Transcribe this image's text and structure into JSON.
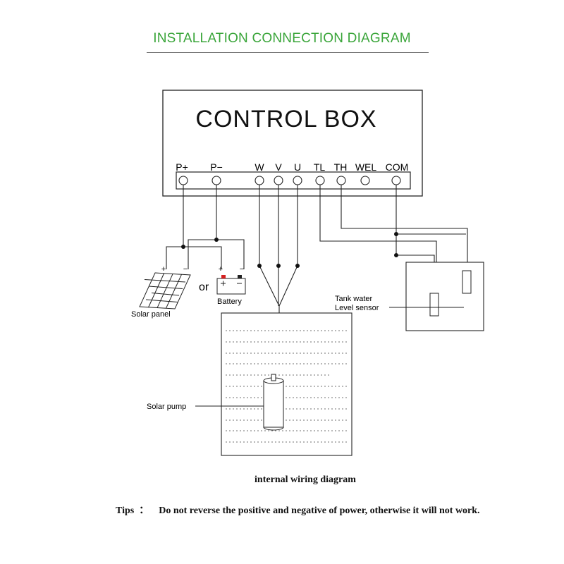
{
  "title": "INSTALLATION CONNECTION DIAGRAM",
  "control_box": {
    "label": "CONTROL BOX",
    "terminals": [
      "P+",
      "P−",
      "W",
      "V",
      "U",
      "TL",
      "TH",
      "WEL",
      "COM"
    ]
  },
  "labels": {
    "solar_panel": "Solar panel",
    "or": "or",
    "battery": "Battery",
    "tank_sensor_line1": "Tank water",
    "tank_sensor_line2": "Level sensor",
    "solar_pump": "Solar pump",
    "plus": "+",
    "minus": "−"
  },
  "caption": "internal wiring diagram",
  "tips": {
    "label": "Tips  ：",
    "text": "Do not reverse the positive and negative of power, otherwise it will not work."
  },
  "colors": {
    "title": "#3aa53a",
    "line": "#222222",
    "battery_positive": "#d42020"
  }
}
